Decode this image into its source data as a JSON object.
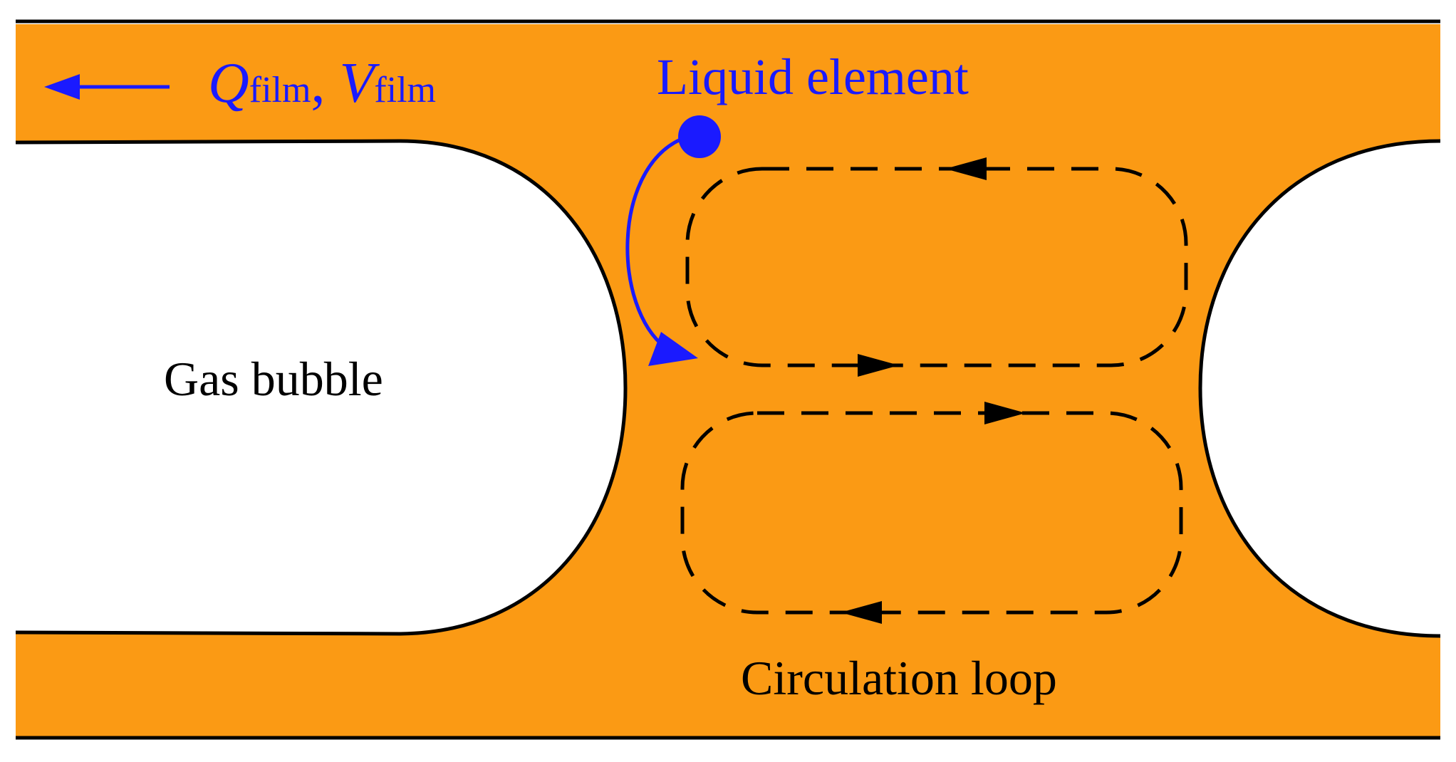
{
  "colors": {
    "liquid": "#FB9A14",
    "gas": "#FFFFFF",
    "wall": "#000000",
    "accent_blue": "#1A1AFF",
    "loop_line": "#000000"
  },
  "labels": {
    "film_flow": {
      "q_symbol": "Q",
      "q_subscript": "film",
      "separator": ", ",
      "v_symbol": "V",
      "v_subscript": "film"
    },
    "liquid_element": "Liquid element",
    "gas_bubble": "Gas bubble",
    "circulation_loop": "Circulation loop"
  },
  "icons": {
    "film_direction": "left-arrow-icon",
    "liquid_element_marker": "dot-icon",
    "liquid_element_path": "curved-arrow-icon",
    "loop_direction": "triangle-arrowhead-icon"
  }
}
